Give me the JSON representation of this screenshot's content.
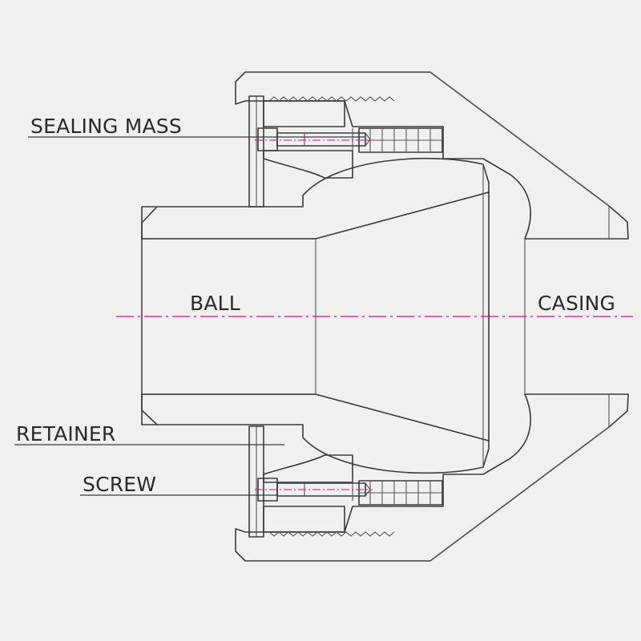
{
  "labels": {
    "sealing_mass": "SEALING MASS",
    "ball": "BALL",
    "casing": "CASING",
    "retainer": "RETAINER",
    "screw": "SCREW"
  },
  "colors": {
    "background": "#f0f0f0",
    "outline": "#3a3a3a",
    "centerline": "#d0107a"
  }
}
